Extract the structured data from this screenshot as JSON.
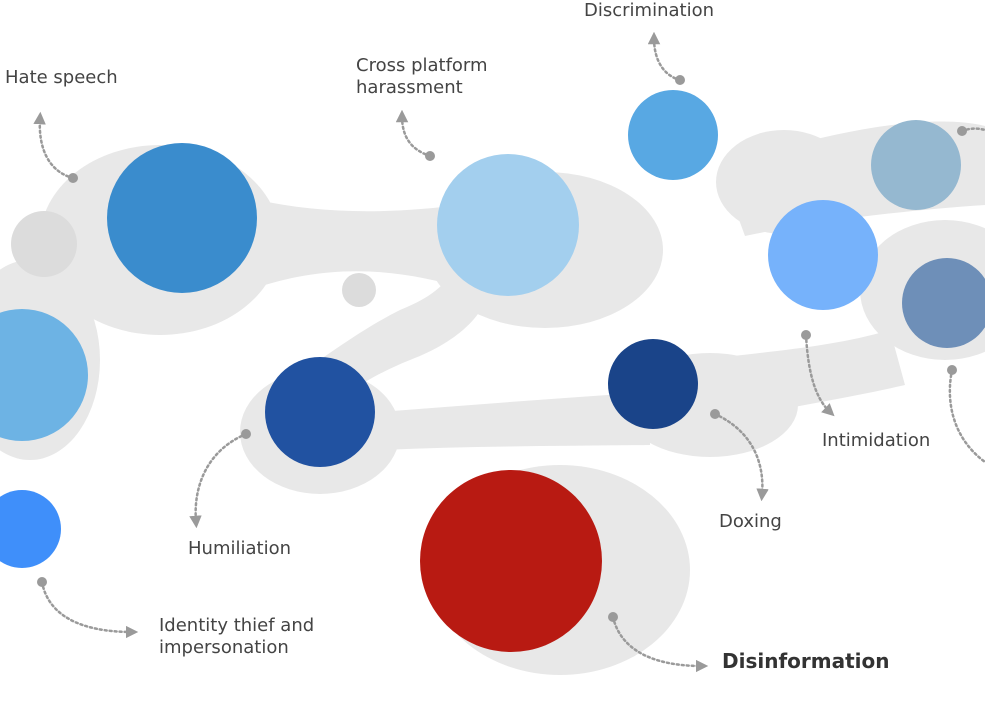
{
  "labels": {
    "hate_speech": "Hate speech",
    "cross_platform_line1": "Cross platform",
    "cross_platform_line2": "harassment",
    "discrimination": "Discrimination",
    "intimidation": "Intimidation",
    "doxing": "Doxing",
    "humiliation": "Humiliation",
    "identity_line1": "Identity thief and",
    "identity_line2": "impersonation",
    "disinformation": "Disinformation"
  },
  "colors": {
    "blob": "#e8e8e8",
    "small_grey": "#dcdcdc",
    "connector": "#9a9a9a",
    "hate_speech_node": "#3a8ccd",
    "cross_platform_node": "#a3cfee",
    "discrimination_node": "#58a8e3",
    "top_right_node": "#95b8d0",
    "intimidation_node": "#76b2fb",
    "right_edge_node": "#6e8fb8",
    "left_edge_node": "#6db3e4",
    "humiliation_node": "#2152a1",
    "doxing_node": "#1a4489",
    "identity_node": "#3f8ffa",
    "disinformation_node": "#b81a12"
  }
}
